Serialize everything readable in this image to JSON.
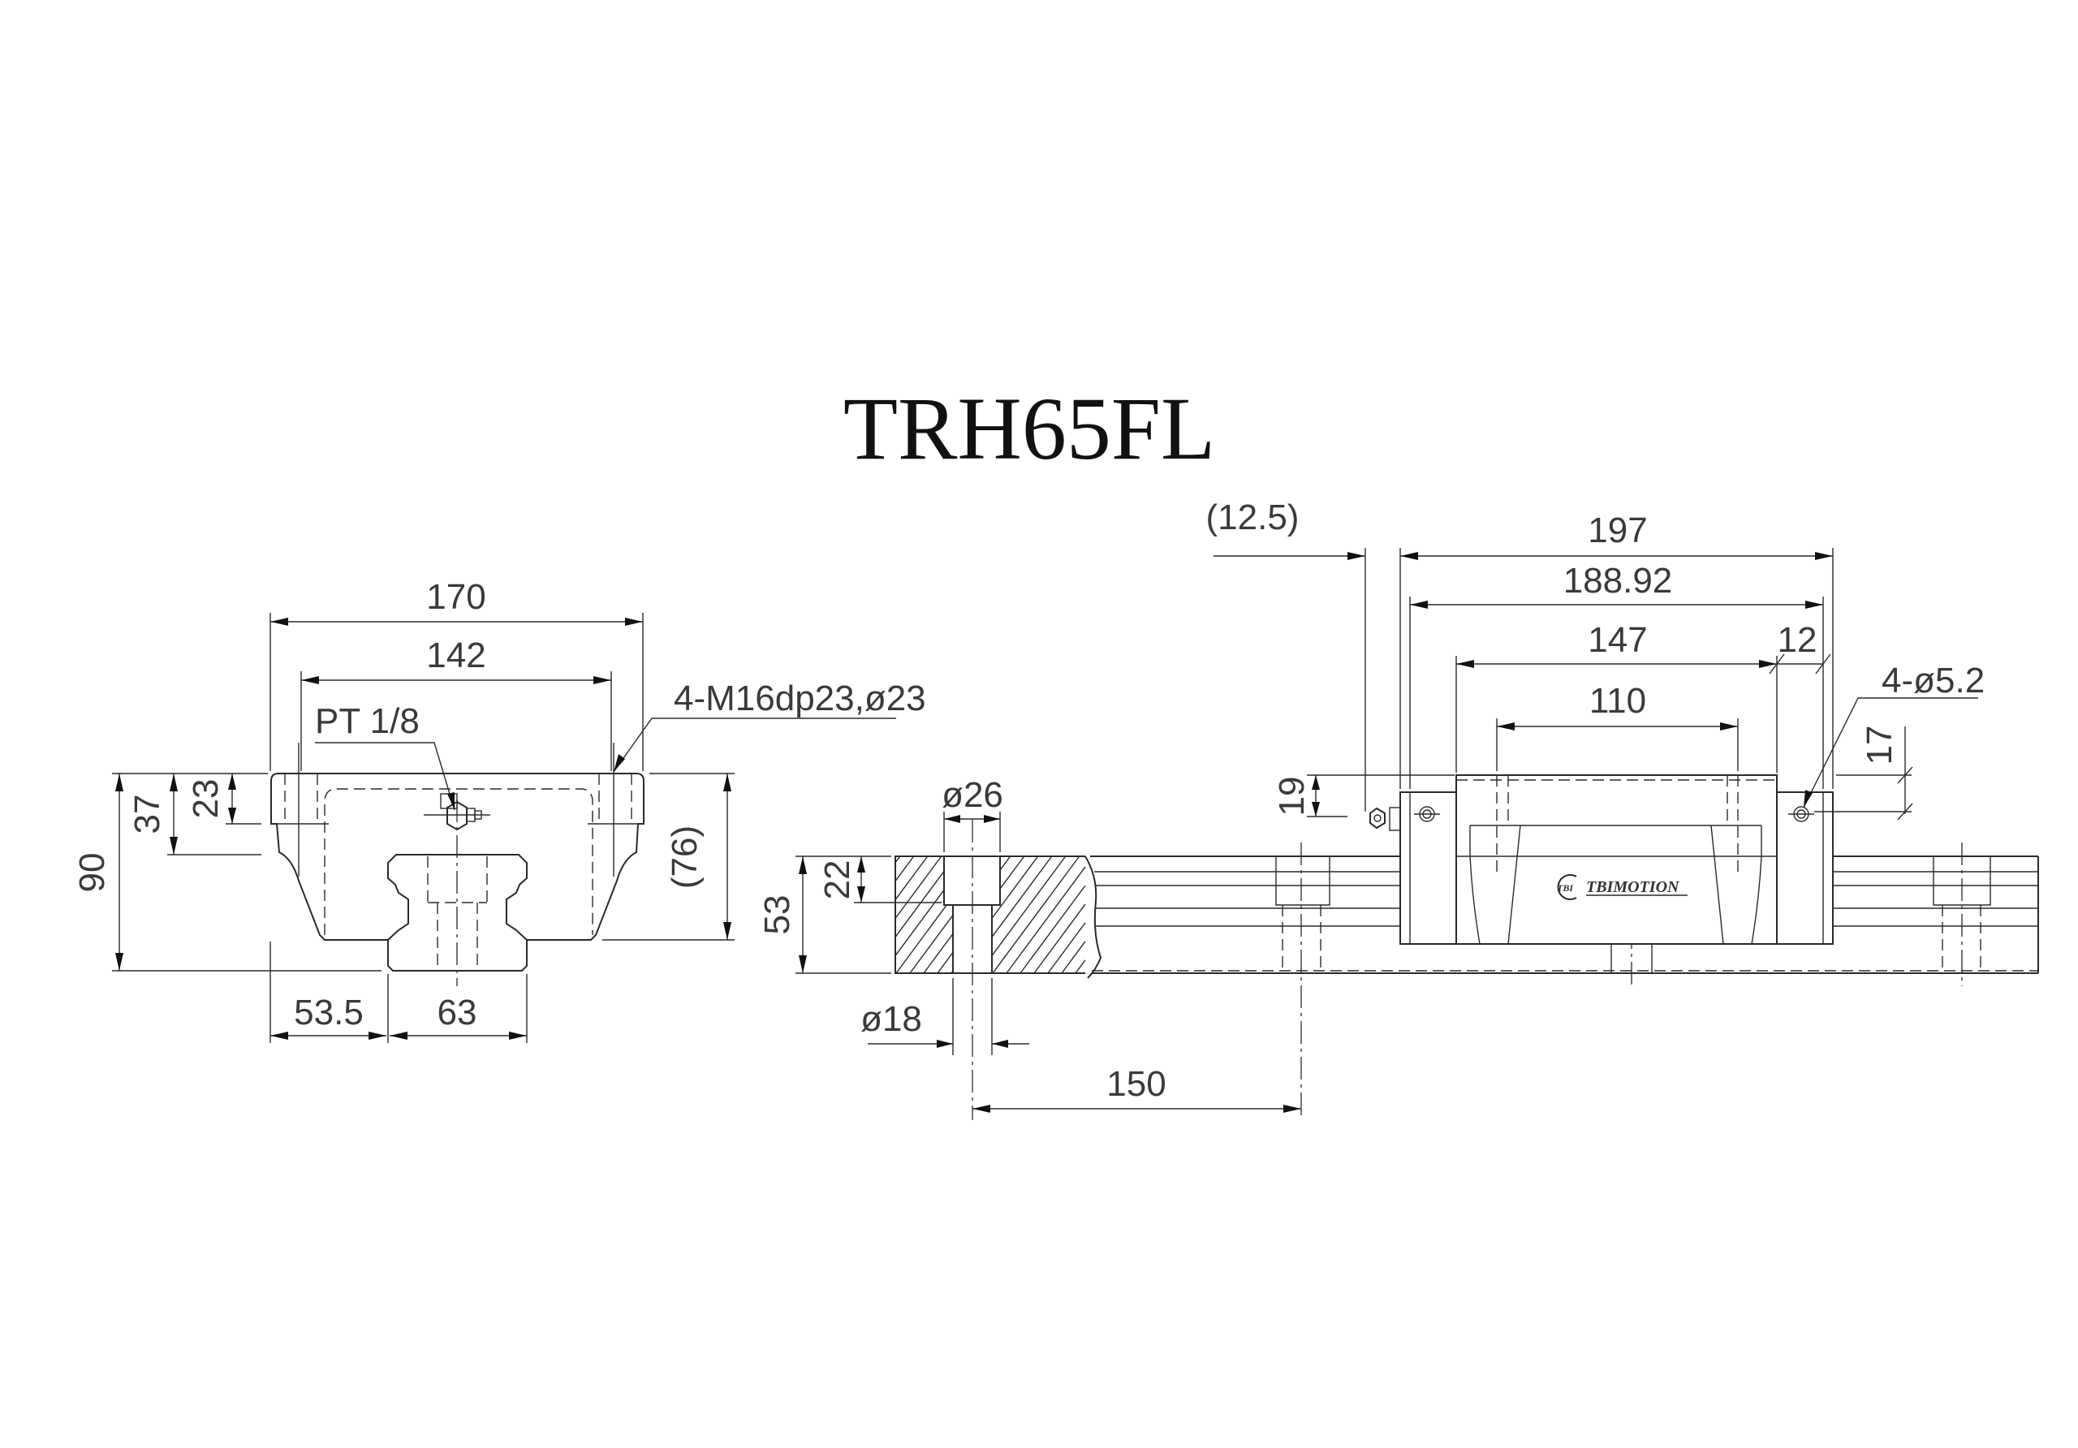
{
  "title": "TRH65FL",
  "front_view": {
    "dim_overall_width": "170",
    "dim_bolt_pitch_width": "142",
    "note_mount_holes": "4-M16dp23,ø23",
    "note_grease_port": "PT 1/8",
    "dim_total_height": "90",
    "dim_flange_bottom": "37",
    "dim_flange_thickness": "23",
    "dim_block_height": "(76)",
    "dim_side_offset": "53.5",
    "dim_rail_width": "63"
  },
  "rail_section": {
    "dim_counterbore_dia": "ø26",
    "dim_counterbore_depth": "22",
    "dim_rail_height": "53",
    "dim_hole_dia": "ø18",
    "dim_hole_pitch": "150"
  },
  "side_view": {
    "dim_nipple_overhang": "(12.5)",
    "dim_overall_length": "197",
    "dim_body_length": "188.92",
    "dim_block_length": "147",
    "dim_bolt_pitch_length": "110",
    "dim_end_plate": "12",
    "note_seal_holes": "4-ø5.2",
    "dim_nipple_height": "19",
    "dim_hole_height": "17",
    "logo_badge": "TBI",
    "logo_text": "TBIMOTION"
  }
}
